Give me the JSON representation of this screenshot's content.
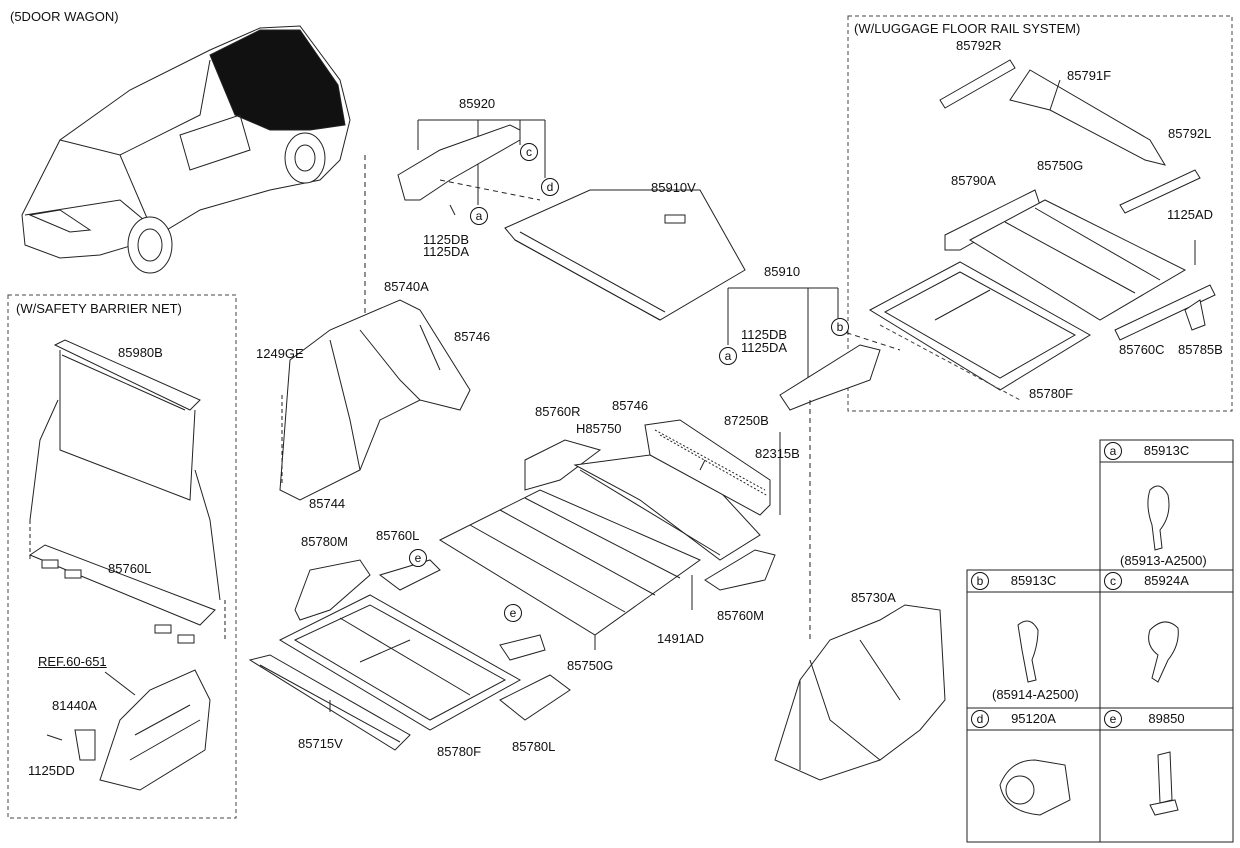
{
  "headers": {
    "wagon": "(5DOOR WAGON)",
    "rail": "(W/LUGGAGE FLOOR RAIL SYSTEM)",
    "net": "(W/SAFETY BARRIER NET)"
  },
  "labels": {
    "p85920": "85920",
    "p1125DB_top": "1125DB",
    "p1125DA_top": "1125DA",
    "p85910V": "85910V",
    "p85740A": "85740A",
    "p85746_a": "85746",
    "p1249GE": "1249GE",
    "p85744": "85744",
    "p85910": "85910",
    "p1125DB_mid": "1125DB",
    "p1125DA_mid": "1125DA",
    "p85760R": "85760R",
    "p85746_b": "85746",
    "pH85750": "H85750",
    "p87250B": "87250B",
    "p82315B": "82315B",
    "p85780M": "85780M",
    "p85760L_mid": "85760L",
    "p85760M": "85760M",
    "p1491AD": "1491AD",
    "p85750G_mid": "85750G",
    "p85715V": "85715V",
    "p85780F_mid": "85780F",
    "p85780L": "85780L",
    "p85730A": "85730A",
    "p85792R": "85792R",
    "p85791F": "85791F",
    "p85792L": "85792L",
    "p85790A": "85790A",
    "p85750G_rail": "85750G",
    "p1125AD": "1125AD",
    "p85760C": "85760C",
    "p85785B": "85785B",
    "p85780F_rail": "85780F",
    "p85980B": "85980B",
    "p85760L_net": "85760L",
    "ref": "REF.60-651",
    "p81440A": "81440A",
    "p1125DD": "1125DD"
  },
  "callouts": {
    "a": "a",
    "b": "b",
    "c": "c",
    "d": "d",
    "e": "e"
  },
  "legend": {
    "a": {
      "letter": "a",
      "code": "85913C",
      "sub": "(85913-A2500)"
    },
    "b": {
      "letter": "b",
      "code": "85913C",
      "sub": "(85914-A2500)"
    },
    "c": {
      "letter": "c",
      "code": "85924A"
    },
    "d": {
      "letter": "d",
      "code": "95120A"
    },
    "e": {
      "letter": "e",
      "code": "89850"
    }
  }
}
